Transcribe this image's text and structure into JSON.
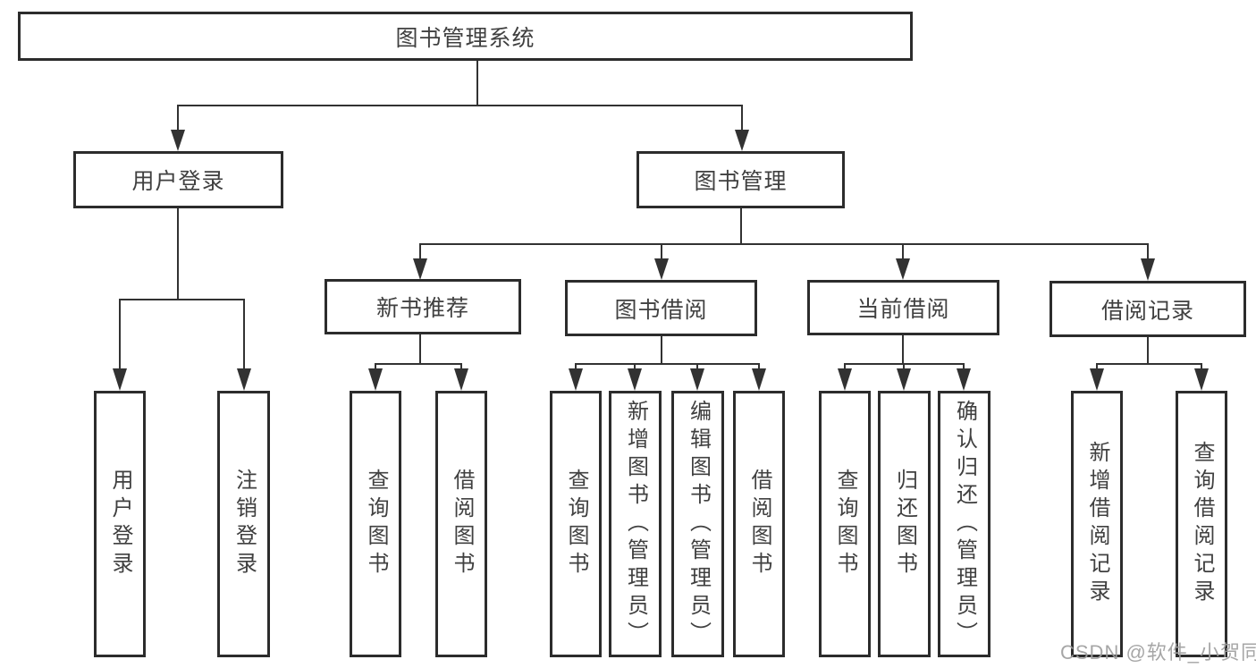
{
  "diagram": {
    "title": "图书管理系统",
    "type": "hierarchy-tree",
    "colors": {
      "background": "#ffffff",
      "line": "#323232",
      "box_border": "#2c2c2c",
      "text": "#404040",
      "watermark_text": "#9e9e9e"
    },
    "watermark": "CSDN @软件_小贺同学",
    "nodes": {
      "root": {
        "label": "图书管理系统"
      },
      "user_login": {
        "label": "用户登录"
      },
      "book_mgmt": {
        "label": "图书管理"
      },
      "new_book_rec": {
        "label": "新书推荐"
      },
      "book_borrow": {
        "label": "图书借阅"
      },
      "current_borrow": {
        "label": "当前借阅"
      },
      "borrow_history": {
        "label": "借阅记录"
      },
      "leaf_user_login": {
        "label": "用户登录"
      },
      "leaf_logout": {
        "label": "注销登录"
      },
      "leaf_rec_query": {
        "label": "查询图书"
      },
      "leaf_rec_borrow": {
        "label": "借阅图书"
      },
      "leaf_bb_query": {
        "label": "查询图书"
      },
      "leaf_bb_add": {
        "label": "新增图书（管理员）"
      },
      "leaf_bb_edit": {
        "label": "编辑图书（管理员）"
      },
      "leaf_bb_borrow": {
        "label": "借阅图书"
      },
      "leaf_cb_query": {
        "label": "查询图书"
      },
      "leaf_cb_return": {
        "label": "归还图书"
      },
      "leaf_cb_confirm": {
        "label": "确认归还（管理员）"
      },
      "leaf_bh_add": {
        "label": "新增借阅记录"
      },
      "leaf_bh_query": {
        "label": "查询借阅记录"
      }
    },
    "edges": [
      [
        "图书管理系统",
        "用户登录"
      ],
      [
        "图书管理系统",
        "图书管理"
      ],
      [
        "用户登录",
        "用户登录"
      ],
      [
        "用户登录",
        "注销登录"
      ],
      [
        "图书管理",
        "新书推荐"
      ],
      [
        "图书管理",
        "图书借阅"
      ],
      [
        "图书管理",
        "当前借阅"
      ],
      [
        "图书管理",
        "借阅记录"
      ],
      [
        "新书推荐",
        "查询图书"
      ],
      [
        "新书推荐",
        "借阅图书"
      ],
      [
        "图书借阅",
        "查询图书"
      ],
      [
        "图书借阅",
        "新增图书（管理员）"
      ],
      [
        "图书借阅",
        "编辑图书（管理员）"
      ],
      [
        "图书借阅",
        "借阅图书"
      ],
      [
        "当前借阅",
        "查询图书"
      ],
      [
        "当前借阅",
        "归还图书"
      ],
      [
        "当前借阅",
        "确认归还（管理员）"
      ],
      [
        "借阅记录",
        "新增借阅记录"
      ],
      [
        "借阅记录",
        "查询借阅记录"
      ]
    ]
  }
}
